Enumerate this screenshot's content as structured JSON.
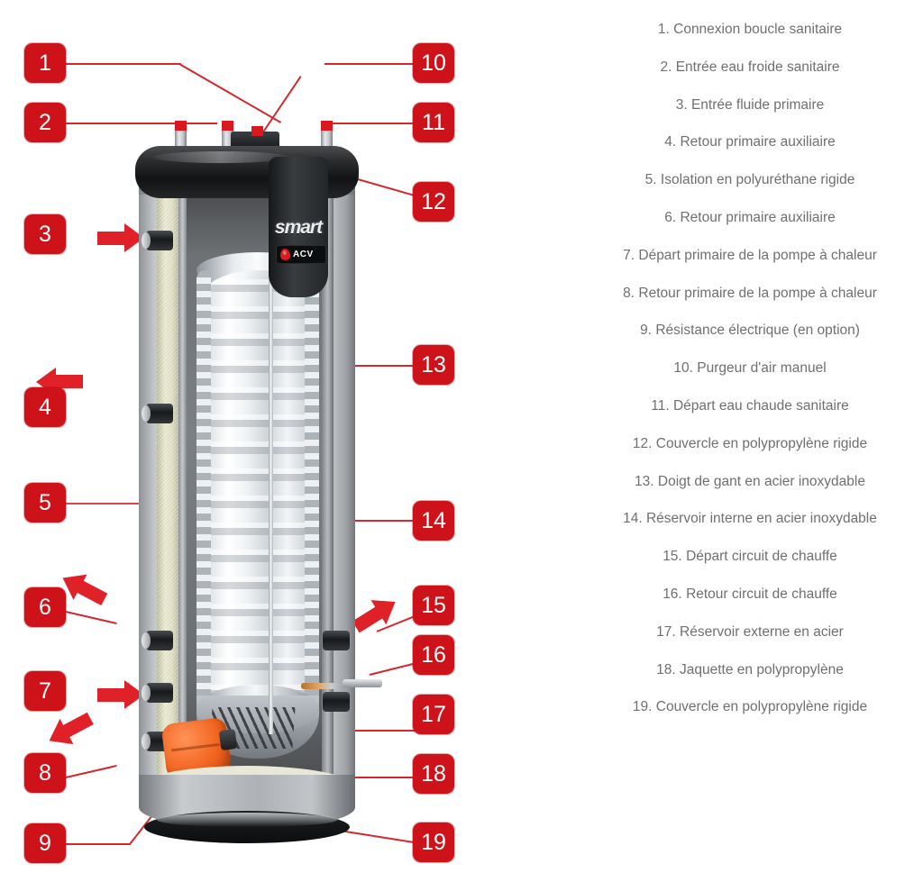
{
  "legend": {
    "items": [
      {
        "n": "1.",
        "label": "Connexion boucle sanitaire"
      },
      {
        "n": "2.",
        "label": "Entrée eau froide sanitaire"
      },
      {
        "n": "3.",
        "label": "Entrée fluide primaire"
      },
      {
        "n": "4.",
        "label": "Retour primaire auxiliaire"
      },
      {
        "n": "5.",
        "label": "Isolation en polyuréthane rigide"
      },
      {
        "n": "6.",
        "label": "Retour primaire auxiliaire"
      },
      {
        "n": "7.",
        "label": "Départ primaire de la pompe à chaleur"
      },
      {
        "n": "8.",
        "label": "Retour primaire de la pompe à chaleur"
      },
      {
        "n": "9.",
        "label": "Résistance électrique (en option)"
      },
      {
        "n": "10.",
        "label": "Purgeur d'air manuel"
      },
      {
        "n": "11.",
        "label": "Départ eau chaude sanitaire"
      },
      {
        "n": "12.",
        "label": "Couvercle en polypropylène rigide"
      },
      {
        "n": "13.",
        "label": "Doigt de gant en acier inoxydable"
      },
      {
        "n": "14.",
        "label": "Réservoir interne en acier inoxydable"
      },
      {
        "n": "15.",
        "label": "Départ circuit de chauffe"
      },
      {
        "n": "16.",
        "label": "Retour circuit de chauffe"
      },
      {
        "n": "17.",
        "label": "Réservoir externe en acier"
      },
      {
        "n": "18.",
        "label": "Jaquette en polypropylène"
      },
      {
        "n": "19.",
        "label": "Couvercle en polypropylène rigide"
      }
    ]
  },
  "callouts": {
    "b1": "1",
    "b2": "2",
    "b3": "3",
    "b4": "4",
    "b5": "5",
    "b6": "6",
    "b7": "7",
    "b8": "8",
    "b9": "9",
    "b10": "10",
    "b11": "11",
    "b12": "12",
    "b13": "13",
    "b14": "14",
    "b15": "15",
    "b16": "16",
    "b17": "17",
    "b18": "18",
    "b19": "19"
  },
  "product": {
    "brand_name": "smart",
    "manufacturer": "ACV"
  },
  "colors": {
    "badge_red": "#ce1219",
    "arrow_red": "#e02128",
    "leader_red": "#d2282e",
    "legend_text": "#6f6f6f",
    "background": "#ffffff",
    "resistance_orange": "#f2641f"
  }
}
